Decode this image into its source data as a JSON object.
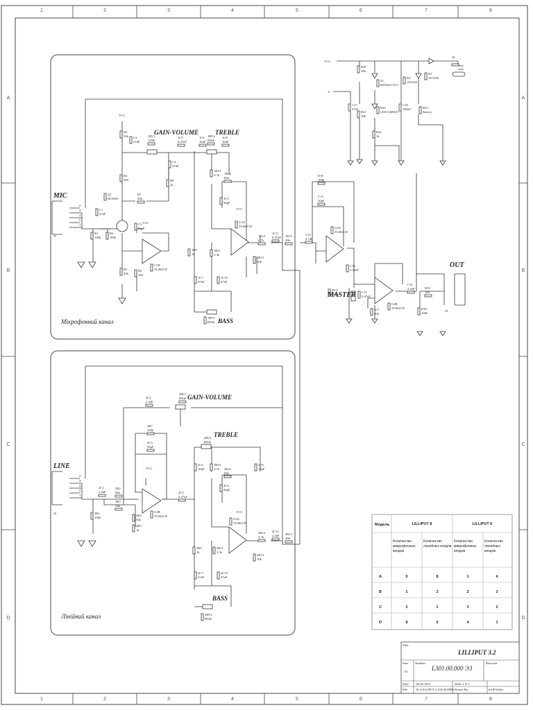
{
  "frame": {
    "columns": [
      "1",
      "2",
      "3",
      "4",
      "5",
      "6",
      "7",
      "8"
    ],
    "rows": [
      "A",
      "B",
      "C",
      "D"
    ]
  },
  "mic_channel": {
    "label": "MIC",
    "caption": "Мікрофонний канал",
    "jack": "J1",
    "jack_pins": [
      "2",
      "3",
      "4",
      "5",
      "1"
    ],
    "gain_label": "GAIN-VOLUME",
    "treble_label": "TREBLE",
    "bass_label": "BASS",
    "vcc": "VCC",
    "parts": [
      {
        "ref": "R3",
        "val": "50k"
      },
      {
        "ref": "R4",
        "val": "390"
      },
      {
        "ref": "R1",
        "val": "100k"
      },
      {
        "ref": "R2",
        "val": "100k"
      },
      {
        "ref": "R5",
        "val": "82k"
      },
      {
        "ref": "R6",
        "val": "10k"
      },
      {
        "ref": "R7",
        "val": "30k"
      },
      {
        "ref": "R8",
        "val": "1k"
      },
      {
        "ref": "C1",
        "val": "47uF"
      },
      {
        "ref": "C2",
        "val": "47uF"
      },
      {
        "ref": "C3",
        "val": "56pF"
      },
      {
        "ref": "C4",
        "val": "47uF"
      },
      {
        "ref": "1RV1",
        "val": "A20k"
      },
      {
        "ref": "1C5",
        "val": "0.47uF"
      },
      {
        "ref": "1C6",
        "val": "10nF"
      },
      {
        "ref": "1RV2",
        "val": "B50k"
      },
      {
        "ref": "1C8",
        "val": "10nF"
      },
      {
        "ref": "1R10",
        "val": "4.7k"
      },
      {
        "ref": "1R12",
        "val": "82k"
      },
      {
        "ref": "1C9",
        "val": "56pF"
      },
      {
        "ref": "1R9",
        "val": "1k"
      },
      {
        "ref": "1R11",
        "val": "3.3k"
      },
      {
        "ref": "1R13",
        "val": "10k"
      },
      {
        "ref": "1R14",
        "val": "4.7k"
      },
      {
        "ref": "1C11",
        "val": "0.47uF"
      },
      {
        "ref": "1R15",
        "val": "30k"
      },
      {
        "ref": "1C7",
        "val": "47nF"
      },
      {
        "ref": "1C10",
        "val": "47nF"
      },
      {
        "ref": "1RV3",
        "val": "B50k"
      },
      {
        "ref": "Q1",
        "val": "BC560C"
      },
      {
        "ref": "U1B",
        "val": "TL062CD"
      },
      {
        "ref": "U3A",
        "val": "TL062CD"
      }
    ]
  },
  "line_channel": {
    "label": "LINE",
    "caption": "Лінійний канал",
    "jack": "J2",
    "jack_pins": [
      "2",
      "3",
      "4",
      "5",
      "1"
    ],
    "gain_label": "GAIN-VOLUME",
    "treble_label": "TREBLE",
    "bass_label": "BASS",
    "vcc": "VCC",
    "parts": [
      {
        "ref": "2C1",
        "val": "2.2uF"
      },
      {
        "ref": "2R1",
        "val": "100k"
      },
      {
        "ref": "2R2",
        "val": "82k"
      },
      {
        "ref": "2R3",
        "val": "50k"
      },
      {
        "ref": "2R4",
        "val": "50k"
      },
      {
        "ref": "2R5",
        "val": "1k"
      },
      {
        "ref": "2C2",
        "val": "2.2uF"
      },
      {
        "ref": "2RV1",
        "val": "B50k"
      },
      {
        "ref": "2R7",
        "val": "100k"
      },
      {
        "ref": "2C3",
        "val": "56pF"
      },
      {
        "ref": "U2B",
        "val": "TL062CD"
      },
      {
        "ref": "2C5",
        "val": "0.47uF"
      },
      {
        "ref": "2RV2",
        "val": "B50k"
      },
      {
        "ref": "2C6",
        "val": "10nF"
      },
      {
        "ref": "2R10",
        "val": "4.7k"
      },
      {
        "ref": "2R12",
        "val": "82k"
      },
      {
        "ref": "2C9",
        "val": "56pF"
      },
      {
        "ref": "2C8",
        "val": "10nF"
      },
      {
        "ref": "2R9",
        "val": "1k"
      },
      {
        "ref": "2R11",
        "val": "3.3k"
      },
      {
        "ref": "2R13",
        "val": "10k"
      },
      {
        "ref": "2R14",
        "val": "4.7k"
      },
      {
        "ref": "2C11",
        "val": "2.2uF"
      },
      {
        "ref": "2R15",
        "val": "30k"
      },
      {
        "ref": "2C7",
        "val": "47nF"
      },
      {
        "ref": "2C10",
        "val": "47nF"
      },
      {
        "ref": "2RV3",
        "val": "B50k"
      },
      {
        "ref": "U2A",
        "val": "TL062CD"
      }
    ]
  },
  "power": {
    "vcc": "VCC",
    "a_node": "A",
    "parts": [
      {
        "ref": "R20",
        "val": "10k"
      },
      {
        "ref": "R21",
        "val": "10k"
      },
      {
        "ref": "R22",
        "val": "1k"
      },
      {
        "ref": "C17",
        "val": "47uF"
      },
      {
        "ref": "C18",
        "val": "100uF"
      },
      {
        "ref": "Z1",
        "val": "BZX84-C5V1"
      },
      {
        "ref": "DS1",
        "val": "LED-GREEN"
      },
      {
        "ref": "D2",
        "val": "1N4148"
      },
      {
        "ref": "D1",
        "val": "1N4148"
      },
      {
        "ref": "BT1",
        "val": "Battery"
      },
      {
        "ref": "J4",
        "val": ""
      }
    ]
  },
  "master": {
    "master_label": "MASTER",
    "out_label": "OUT",
    "out_jack": "J3",
    "parts": [
      {
        "ref": "R16",
        "val": "100k"
      },
      {
        "ref": "C13",
        "val": "56pF"
      },
      {
        "ref": "C12",
        "val": "4.7uF"
      },
      {
        "ref": "U4A",
        "val": "TL062CD"
      },
      {
        "ref": "C14",
        "val": "0.47uF"
      },
      {
        "ref": "RV4",
        "val": "B50k"
      },
      {
        "ref": "C15",
        "val": "0.47uF"
      },
      {
        "ref": "R17",
        "val": "50k"
      },
      {
        "ref": "U4B",
        "val": "TL062CD"
      },
      {
        "ref": "C16",
        "val": "2.2uF"
      },
      {
        "ref": "R19",
        "val": "100"
      },
      {
        "ref": "R18",
        "val": "100k"
      }
    ]
  },
  "model_table": {
    "header_model": "Модель",
    "header_8": "LILLIPUT 8",
    "header_6": "LILLIPUT 6",
    "subheaders": [
      "Количество микрофонных входов",
      "Количество линейных входов",
      "Количество микрофонных входов",
      "Количество линейных входов"
    ],
    "rows": [
      {
        "model": "A",
        "v": [
          "0",
          "8",
          "1",
          "4"
        ]
      },
      {
        "model": "B",
        "v": [
          "1",
          "2",
          "2",
          "3"
        ]
      },
      {
        "model": "C",
        "v": [
          "2",
          "1",
          "3",
          "2"
        ]
      },
      {
        "model": "D",
        "v": [
          "8",
          "0",
          "4",
          "1"
        ]
      }
    ]
  },
  "title_block": {
    "title_label": "Title",
    "title": "LILLIPUT 3.2",
    "size_label": "Size",
    "size": "A3",
    "number_label": "Number",
    "number": "L301.00.000 ЭЗ",
    "revision_label": "Revision",
    "date_label": "Date",
    "date": "06.02.2015",
    "sheet": "Sheet 1 of 1",
    "file_label": "File",
    "file": "D:\\LILLIPUT 3.2\\SCH.DDB",
    "drawn_label": "Drawn By:",
    "drawn": "mOD1e8ov"
  }
}
